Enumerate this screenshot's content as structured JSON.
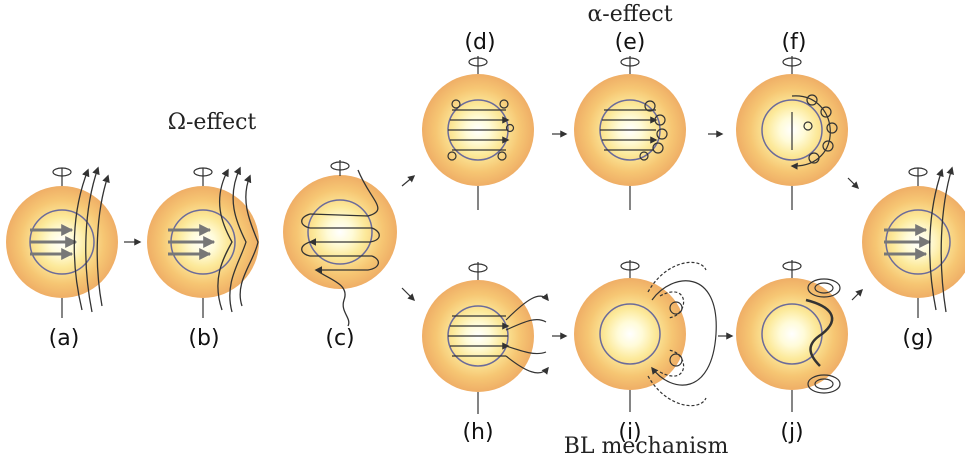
{
  "titles": {
    "omega": "Ω-effect",
    "alpha": "α-effect",
    "bl": "BL mechanism"
  },
  "panels": [
    {
      "id": "a",
      "label": "(a)"
    },
    {
      "id": "b",
      "label": "(b)"
    },
    {
      "id": "c",
      "label": "(c)"
    },
    {
      "id": "d",
      "label": "(d)"
    },
    {
      "id": "e",
      "label": "(e)"
    },
    {
      "id": "f",
      "label": "(f)"
    },
    {
      "id": "g",
      "label": "(g)"
    },
    {
      "id": "h",
      "label": "(h)"
    },
    {
      "id": "i",
      "label": "(i)"
    },
    {
      "id": "j",
      "label": "(j)"
    }
  ],
  "colors": {
    "outer": "#f2b86a",
    "mid": "#f8d98a",
    "inner": "#fffbe0",
    "core_line": "#6b6b9a",
    "field_line": "#333333",
    "poloidal_arrow": "#777777",
    "dots": "#b06040"
  }
}
